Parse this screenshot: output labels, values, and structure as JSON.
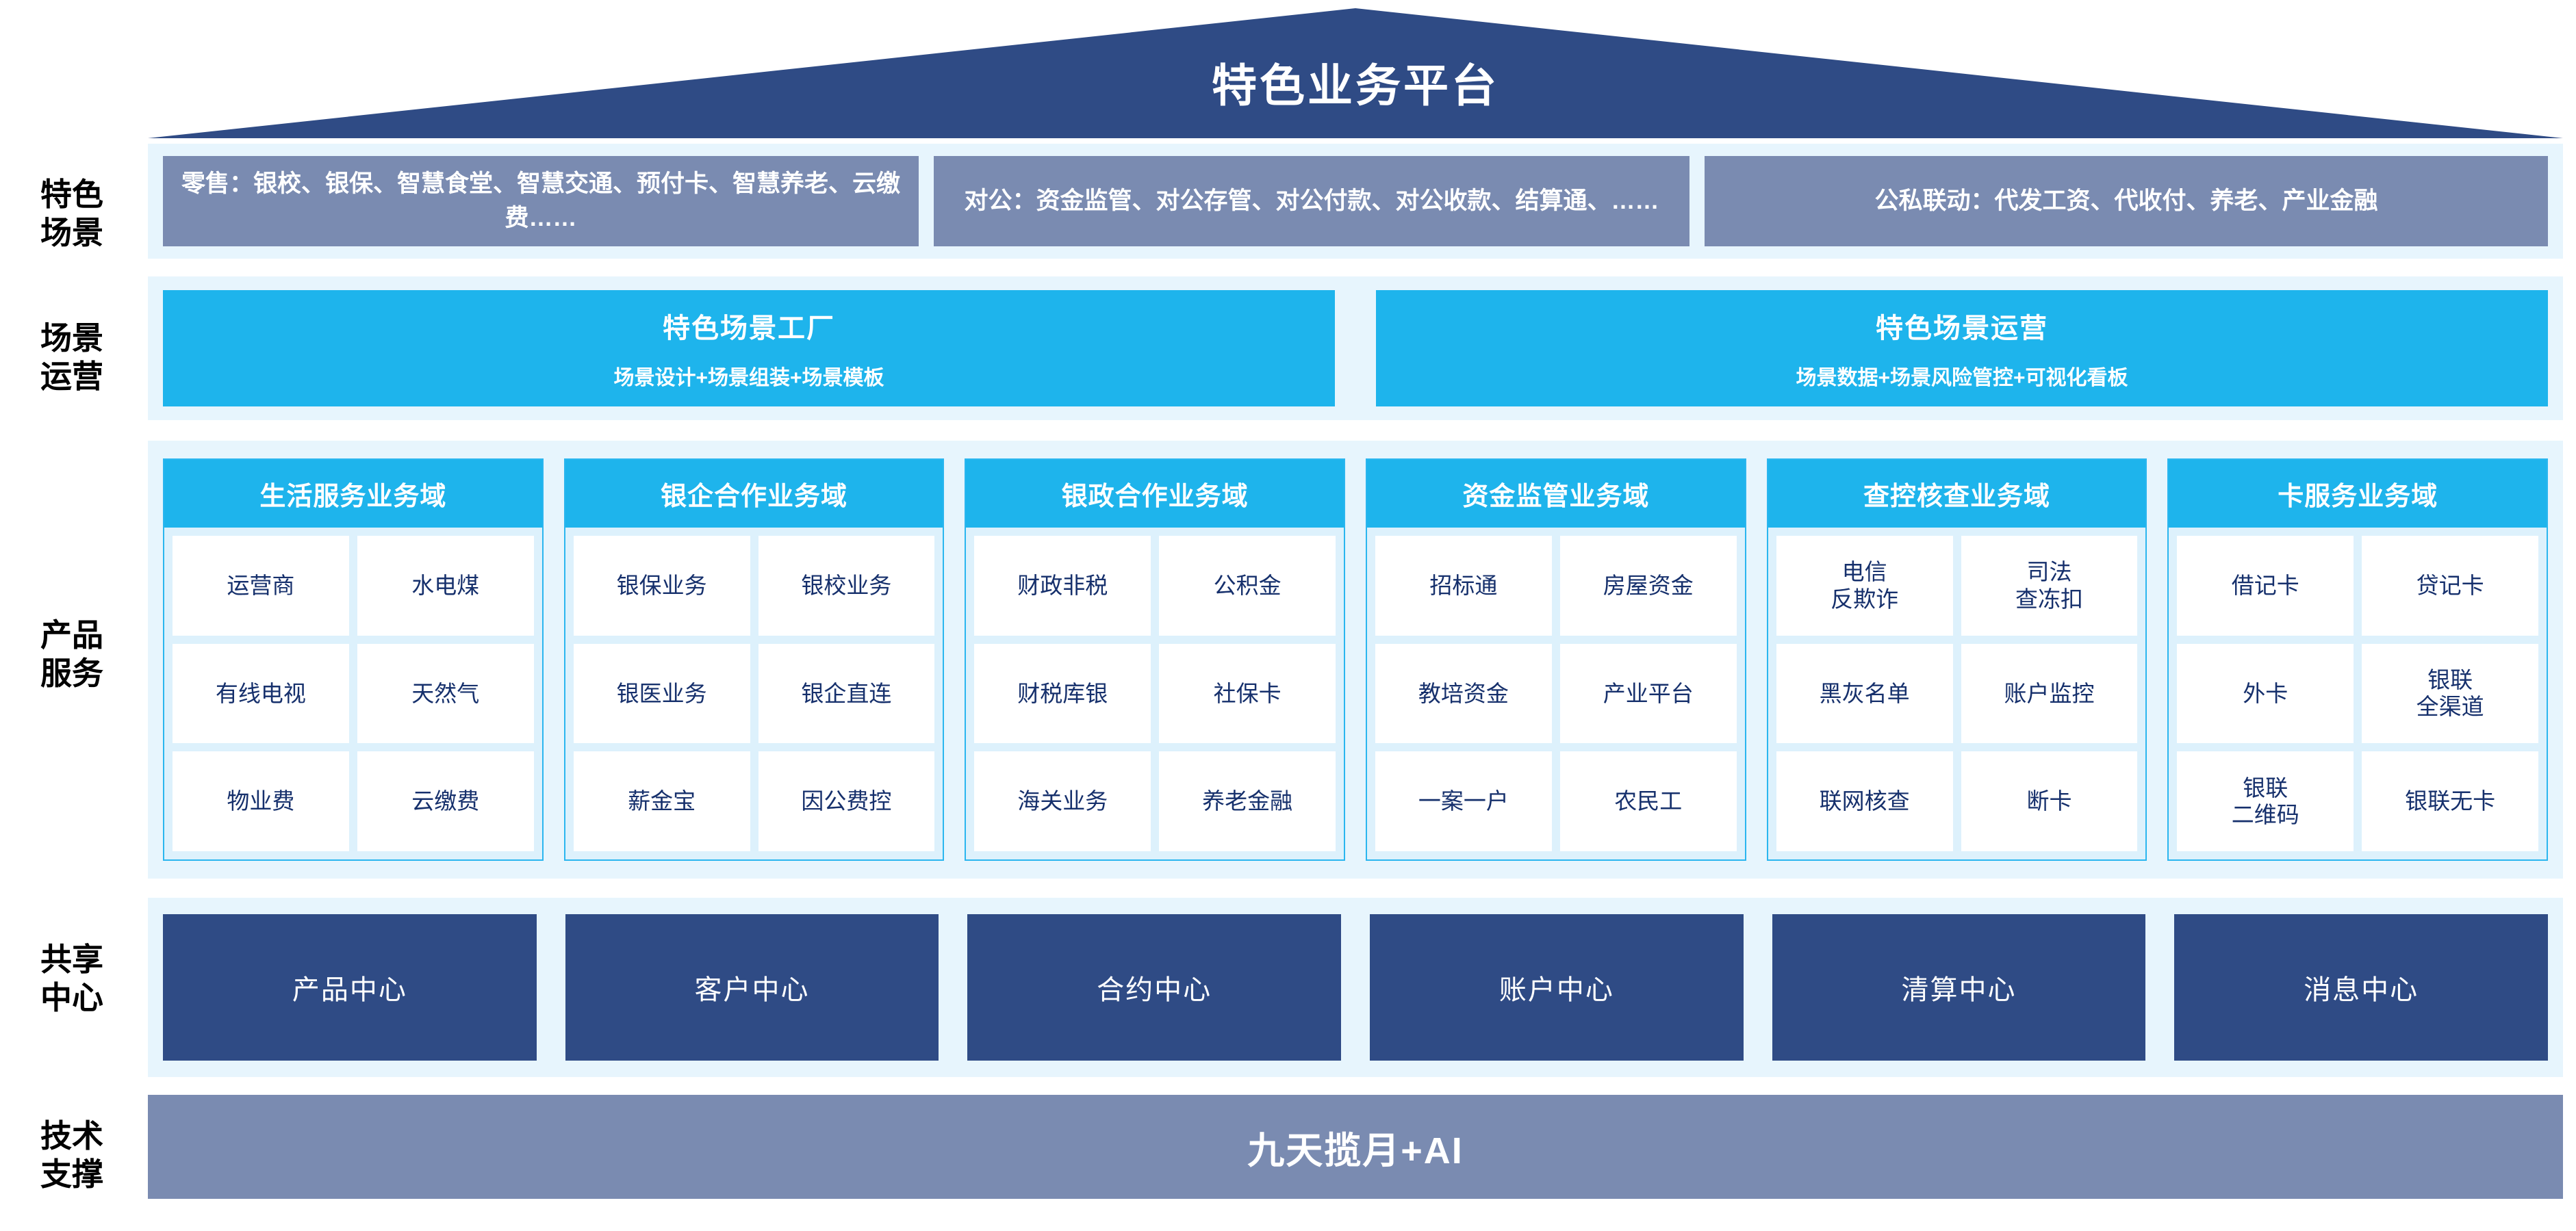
{
  "title": "特色业务平台",
  "colors": {
    "roof": "#2f4b85",
    "band_bg": "#e7f5fd",
    "scenario_box": "#7a8bb1",
    "cyan": "#1eb4ec",
    "deep_blue": "#2f4b85",
    "cell_text": "#16306c",
    "slate": "#7a8bb1"
  },
  "row_labels": {
    "scenarios": "特色\n场景",
    "operations": "场景\n运营",
    "products": "产品\n服务",
    "shared": "共享\n中心",
    "tech": "技术\n支撑"
  },
  "scenarios": [
    "零售：银校、银保、智慧食堂、智慧交通、预付卡、智慧养老、云缴费……",
    "对公：资金监管、对公存管、对公付款、对公收款、结算通、……",
    "公私联动：代发工资、代收付、养老、产业金融"
  ],
  "operations": [
    {
      "title": "特色场景工厂",
      "subtitle": "场景设计+场景组装+场景模板"
    },
    {
      "title": "特色场景运营",
      "subtitle": "场景数据+场景风险管控+可视化看板"
    }
  ],
  "domains": [
    {
      "header": "生活服务业务域",
      "cells": [
        "运营商",
        "水电煤",
        "有线电视",
        "天然气",
        "物业费",
        "云缴费"
      ]
    },
    {
      "header": "银企合作业务域",
      "cells": [
        "银保业务",
        "银校业务",
        "银医业务",
        "银企直连",
        "薪金宝",
        "因公费控"
      ]
    },
    {
      "header": "银政合作业务域",
      "cells": [
        "财政非税",
        "公积金",
        "财税库银",
        "社保卡",
        "海关业务",
        "养老金融"
      ]
    },
    {
      "header": "资金监管业务域",
      "cells": [
        "招标通",
        "房屋资金",
        "教培资金",
        "产业平台",
        "一案一户",
        "农民工"
      ]
    },
    {
      "header": "查控核查业务域",
      "cells": [
        "电信\n反欺诈",
        "司法\n查冻扣",
        "黑灰名单",
        "账户监控",
        "联网核查",
        "断卡"
      ]
    },
    {
      "header": "卡服务业务域",
      "cells": [
        "借记卡",
        "贷记卡",
        "外卡",
        "银联\n全渠道",
        "银联\n二维码",
        "银联无卡"
      ]
    }
  ],
  "shared_centers": [
    "产品中心",
    "客户中心",
    "合约中心",
    "账户中心",
    "清算中心",
    "消息中心"
  ],
  "tech_support": "九天揽月+AI"
}
